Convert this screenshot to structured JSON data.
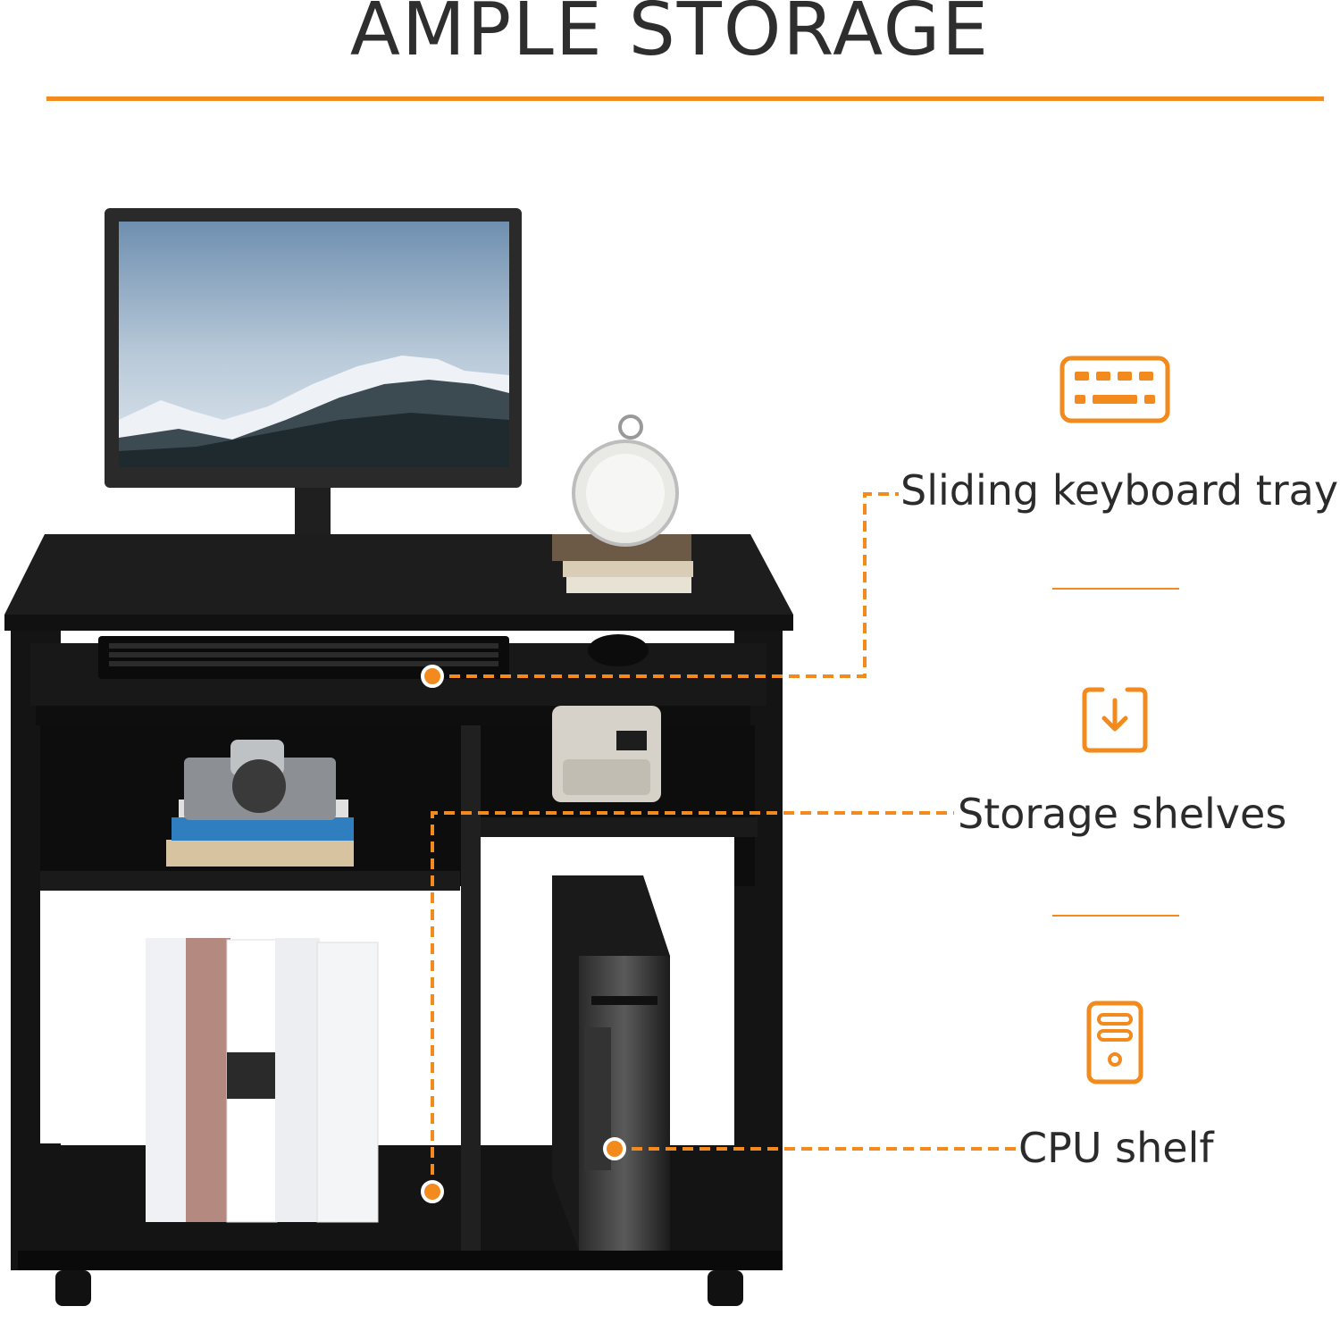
{
  "header": {
    "title": "AMPLE STORAGE"
  },
  "features": [
    {
      "label": "Sliding keyboard tray",
      "icon": "keyboard-icon"
    },
    {
      "label": "Storage shelves",
      "icon": "drawer-download-icon"
    },
    {
      "label": "CPU shelf",
      "icon": "computer-tower-icon"
    }
  ],
  "colors": {
    "accent": "#f28a1e",
    "desk": "#161616",
    "text": "#2b2b2b"
  }
}
